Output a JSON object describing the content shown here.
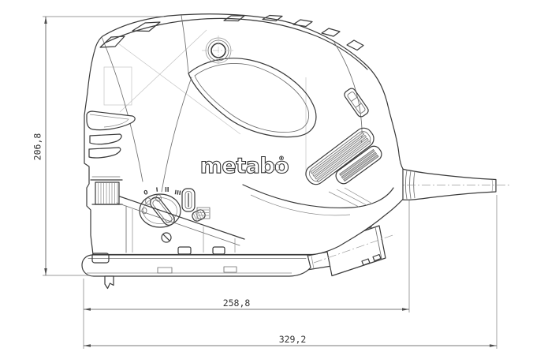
{
  "drawing": {
    "brand": "metabo",
    "registered_mark": "®",
    "pendulum_settings": [
      "0",
      "I",
      "II",
      "III"
    ],
    "dimensions": {
      "height_mm": "206,8",
      "body_length_mm": "258,8",
      "total_length_mm": "329,2"
    },
    "colors": {
      "main_line": "#3a3a3a",
      "secondary_line": "#6f6f6f",
      "construction_line": "#c3c3c3",
      "dimension_line": "#4d4d4d",
      "background": "#ffffff"
    }
  }
}
